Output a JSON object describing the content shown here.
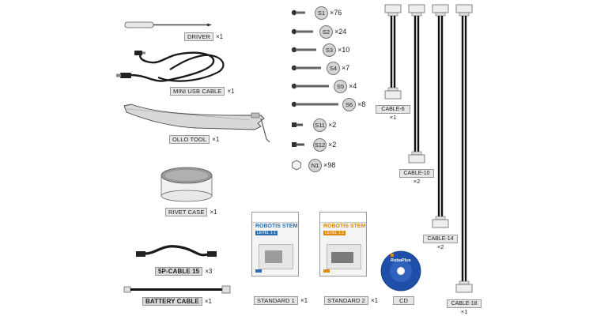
{
  "items": {
    "driver": {
      "label": "DRIVER",
      "qty": "×1"
    },
    "usb": {
      "label": "MINI USB CABLE",
      "qty": "×1"
    },
    "ollo": {
      "label": "OLLO TOOL",
      "qty": "×1"
    },
    "rivet": {
      "label": "RIVET CASE",
      "qty": "×1"
    },
    "pcable": {
      "label": "5P-CABLE 15",
      "qty": "×3"
    },
    "battery": {
      "label": "BATTERY CABLE",
      "qty": "×1"
    },
    "std1": {
      "label": "STANDARD 1",
      "qty": "×1",
      "book_title": "ROBOTIS STEM",
      "book_sub": "LEVEL 1-1"
    },
    "std2": {
      "label": "STANDARD 2",
      "qty": "×1",
      "book_title": "ROBOTIS STEM",
      "book_sub": "LEVEL 1-2"
    },
    "cd": {
      "label": "CD",
      "brand": "RoboPlus"
    }
  },
  "screws": [
    {
      "code": "S1",
      "qty": "×76"
    },
    {
      "code": "S2",
      "qty": "×24"
    },
    {
      "code": "S3",
      "qty": "×10"
    },
    {
      "code": "S4",
      "qty": "×7"
    },
    {
      "code": "S5",
      "qty": "×4"
    },
    {
      "code": "S6",
      "qty": "×8"
    },
    {
      "code": "S11",
      "qty": "×2"
    },
    {
      "code": "S12",
      "qty": "×2"
    },
    {
      "code": "N1",
      "qty": "×98"
    }
  ],
  "cables": [
    {
      "label": "CABLE-6",
      "qty": "×1"
    },
    {
      "label": "CABLE-10",
      "qty": "×2"
    },
    {
      "label": "CABLE-14",
      "qty": "×2"
    },
    {
      "label": "CABLE-18",
      "qty": "×1"
    }
  ]
}
